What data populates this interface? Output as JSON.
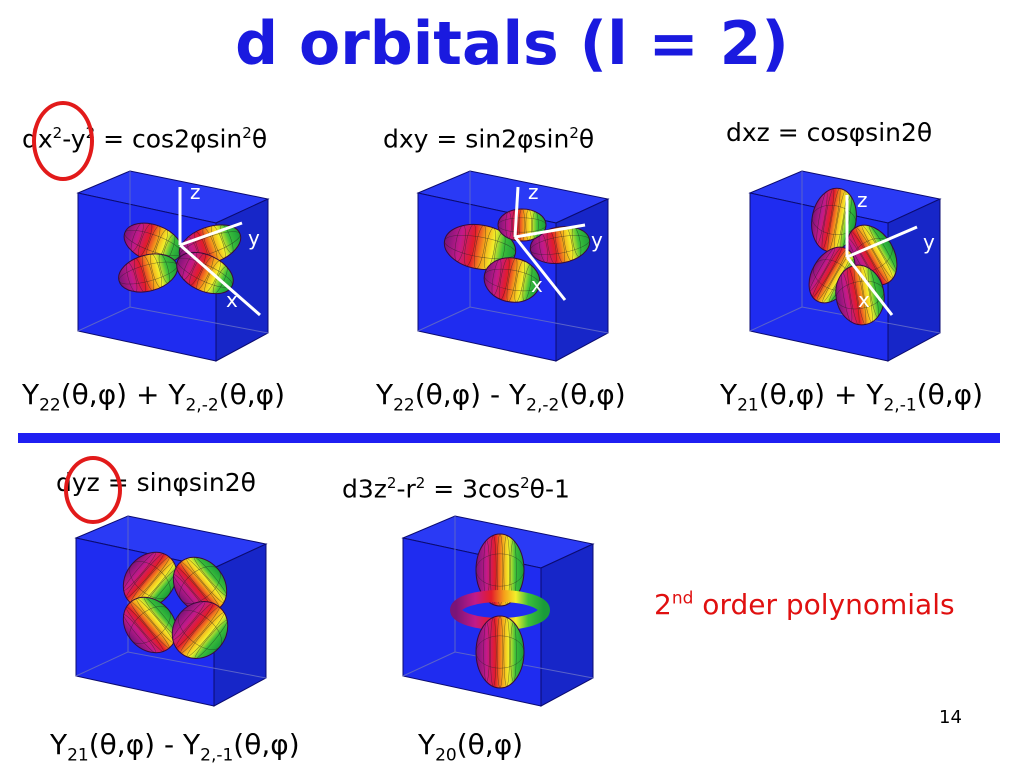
{
  "title": "d orbitals (l = 2)",
  "formulas": {
    "dx2y2": {
      "pre": "dx",
      "sup1": "2",
      "mid": "-y",
      "sup2": "2",
      "post": " = cos2φsin",
      "sup3": "2",
      "end": "θ"
    },
    "dxy": {
      "pre": "dxy = sin2φsin",
      "sup1": "2",
      "end": "θ"
    },
    "dxz": {
      "text": "dxz = cosφsin2θ"
    },
    "dyz": {
      "text": "dyz = sinφsin2θ"
    },
    "dz2": {
      "pre": "d3z",
      "sup1": "2",
      "mid": "-r",
      "sup2": "2",
      "post": " = 3cos",
      "sup3": "2",
      "end": "θ-1"
    }
  },
  "combos": {
    "c1": {
      "a": "Y",
      "a_sub": "22",
      "a_arg": "(θ,φ) + ",
      "b": "Y",
      "b_sub": "2,-2",
      "b_arg": "(θ,φ)"
    },
    "c2": {
      "a": "Y",
      "a_sub": "22",
      "a_arg": "(θ,φ) - ",
      "b": "Y",
      "b_sub": "2,-2",
      "b_arg": "(θ,φ)"
    },
    "c3": {
      "a": "Y",
      "a_sub": "21",
      "a_arg": "(θ,φ) + ",
      "b": "Y",
      "b_sub": "2,-1",
      "b_arg": "(θ,φ)"
    },
    "c4": {
      "a": "Y",
      "a_sub": "21",
      "a_arg": "(θ,φ) - ",
      "b": "Y",
      "b_sub": "2,-1",
      "b_arg": "(θ,φ)"
    },
    "c5": {
      "a": "Y",
      "a_sub": "20",
      "a_arg": "(θ,φ)"
    }
  },
  "axis_labels": {
    "x": "x",
    "y": "y",
    "z": "z"
  },
  "note": {
    "pre": "2",
    "sup": "nd",
    "post": " order polynomials"
  },
  "page_number": "14",
  "colors": {
    "title": "#1a1adf",
    "cube": "#1f2cf0",
    "separator": "#1f1ff2",
    "highlight_circle": "#e21a1a",
    "note": "#e01010"
  }
}
